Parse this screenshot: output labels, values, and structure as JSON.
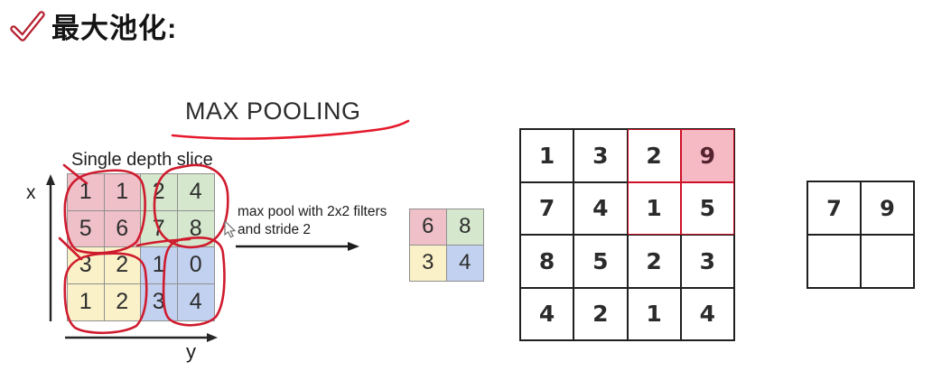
{
  "header": {
    "title": "最大池化:",
    "check_icon": "red-checkmark"
  },
  "pooling": {
    "title": "MAX POOLING",
    "input_label": "Single depth slice",
    "x_axis_label": "x",
    "y_axis_label": "y",
    "op_line1": "max pool with 2x2 filters",
    "op_line2": "and stride 2"
  },
  "colors": {
    "annotation_red": "#cf1b2e",
    "check_red": "#b5202f",
    "axis_black": "#262626",
    "highlight_fill": "#f6bac5",
    "palette": {
      "pink": "#efc0c8",
      "green": "#d5e8cd",
      "yellow": "#faf1c8",
      "blue": "#c2d1f0"
    }
  },
  "grids": {
    "input": {
      "rows": [
        [
          "1",
          "1",
          "2",
          "4"
        ],
        [
          "5",
          "6",
          "7",
          "8"
        ],
        [
          "3",
          "2",
          "1",
          "0"
        ],
        [
          "1",
          "2",
          "3",
          "4"
        ]
      ],
      "cell_colors": [
        [
          "pink",
          "pink",
          "green",
          "green"
        ],
        [
          "pink",
          "pink",
          "green",
          "green"
        ],
        [
          "yellow",
          "yellow",
          "blue",
          "blue"
        ],
        [
          "yellow",
          "yellow",
          "blue",
          "blue"
        ]
      ]
    },
    "result": {
      "rows": [
        [
          "6",
          "8"
        ],
        [
          "3",
          "4"
        ]
      ],
      "cell_colors": [
        [
          "pink",
          "green"
        ],
        [
          "yellow",
          "blue"
        ]
      ]
    },
    "exercise": {
      "rows": [
        [
          "1",
          "3",
          "2",
          "9"
        ],
        [
          "7",
          "4",
          "1",
          "5"
        ],
        [
          "8",
          "5",
          "2",
          "3"
        ],
        [
          "4",
          "2",
          "1",
          "4"
        ]
      ],
      "red_cells": [
        [
          0,
          2
        ],
        [
          0,
          3
        ],
        [
          1,
          2
        ],
        [
          1,
          3
        ]
      ],
      "filled_cells": [
        [
          0,
          3
        ]
      ]
    },
    "answer": {
      "rows": [
        [
          "7",
          "9"
        ],
        [
          "",
          ""
        ]
      ]
    }
  }
}
